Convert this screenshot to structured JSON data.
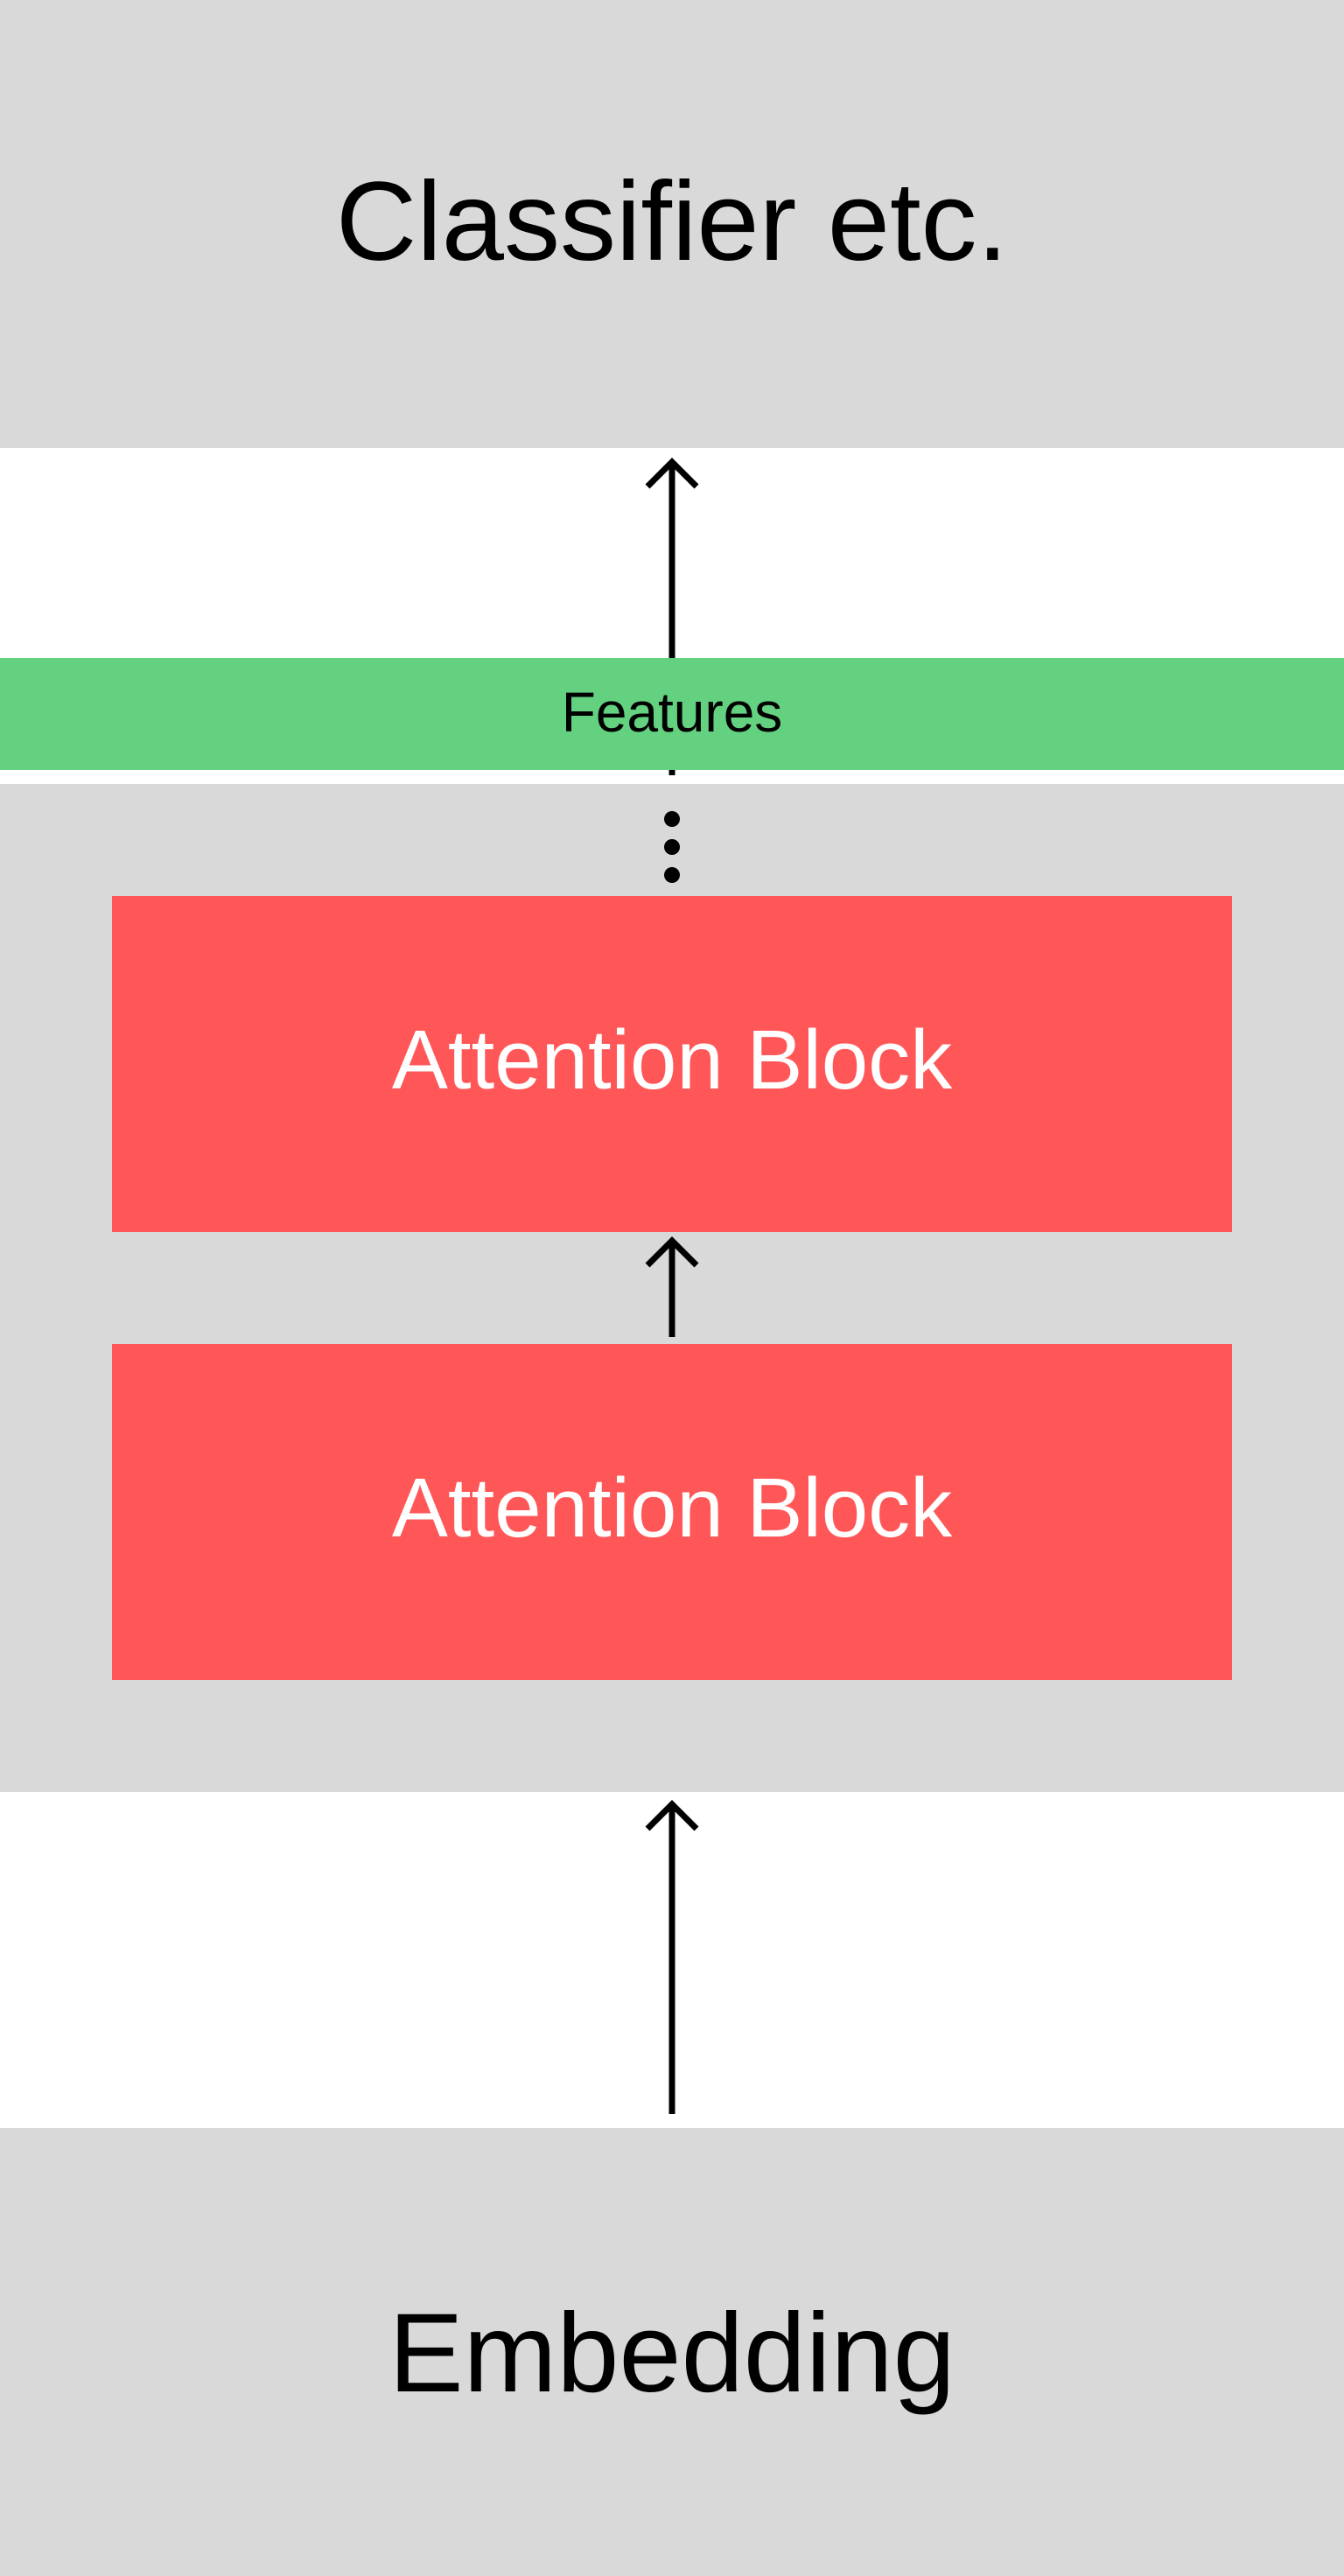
{
  "diagram": {
    "top_box": {
      "label": "Classifier etc."
    },
    "features": {
      "label": "Features",
      "color": "#63d17f"
    },
    "blocks": [
      {
        "label": "Attention Block"
      },
      {
        "label": "Attention Block"
      }
    ],
    "bottom_box": {
      "label": "Embedding"
    },
    "ellipsis": "⋮",
    "colors": {
      "panel": "#d9d9d9",
      "block": "#ff5757",
      "arrow": "#000000"
    }
  }
}
